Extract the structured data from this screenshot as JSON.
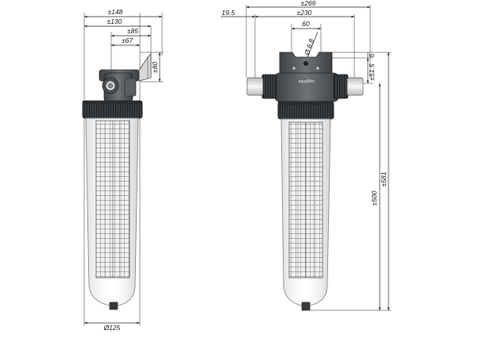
{
  "side_view": {
    "dim_width_total": "±148",
    "dim_width_130": "±130",
    "dim_width_85": "±85",
    "dim_width_67": "±67",
    "dim_height_80": "±80",
    "dim_diameter_bowl": "Ø125"
  },
  "front_view": {
    "dim_width_total": "±269",
    "dim_width_230": "±230",
    "dim_left_offset": "19.5",
    "dim_bracket_60": "60",
    "dim_hole": "Ø 6.8",
    "dim_top_5": "5",
    "dim_inlet_height": "±51.5",
    "dim_height_500": "±500",
    "dim_height_581": "±581",
    "brand_label": "aquafilter"
  },
  "colors": {
    "head": "#555a5e",
    "clamp_ring": "#2f3336",
    "bowl_outline": "#888888",
    "cartridge_mesh": "#707070",
    "fitting": "#e6e6e6"
  }
}
